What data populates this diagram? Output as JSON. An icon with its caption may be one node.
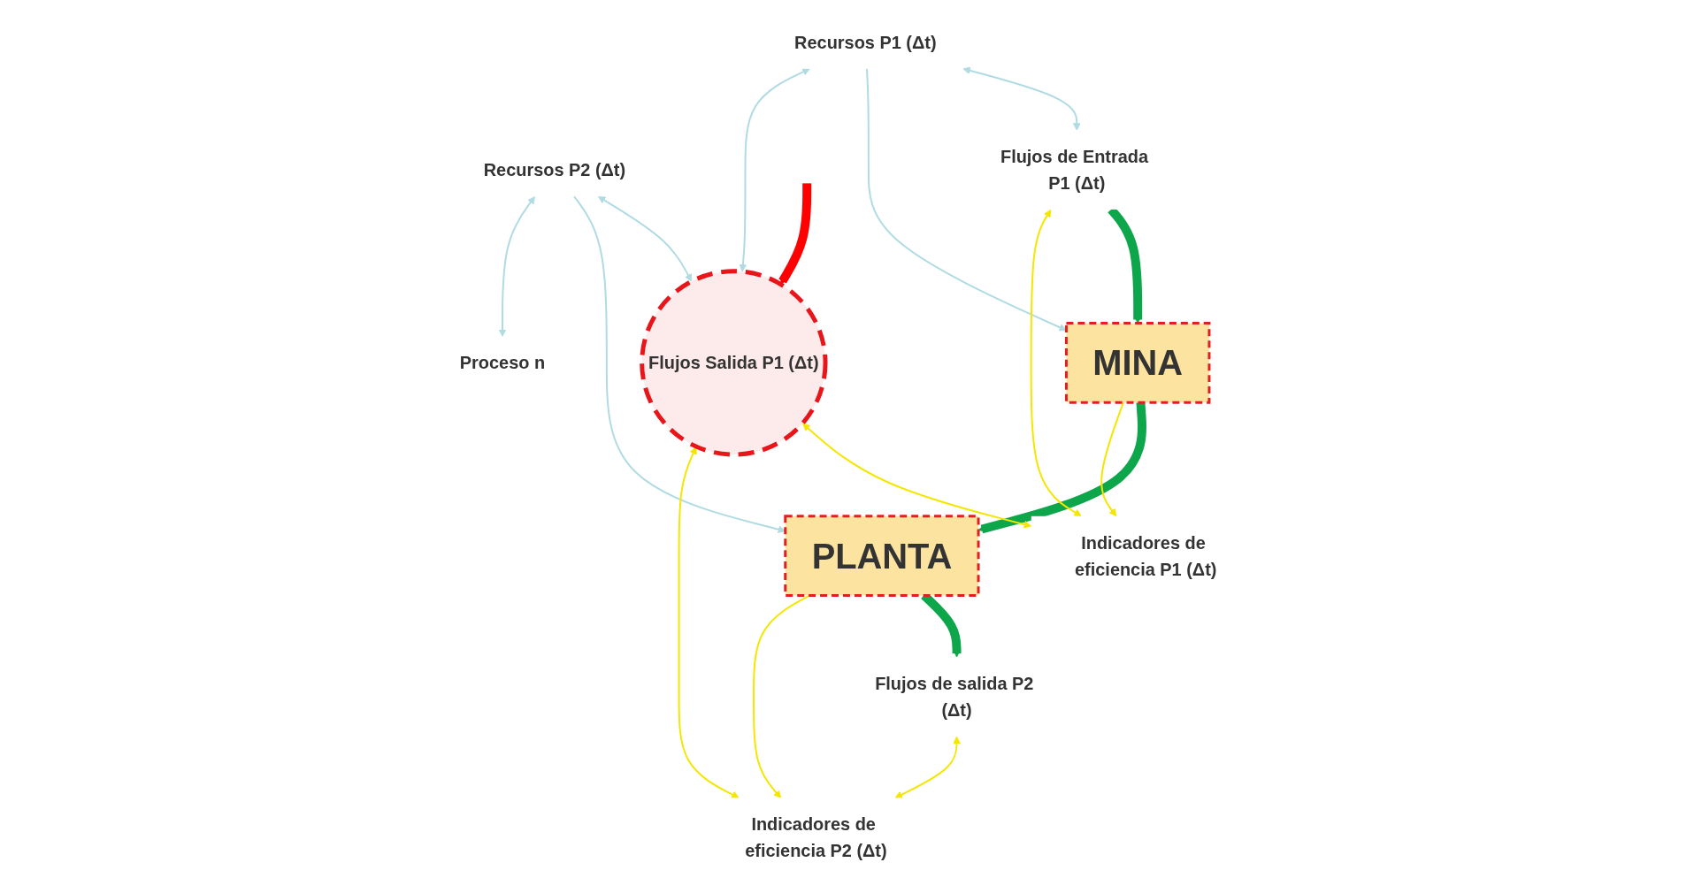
{
  "diagram": {
    "nodes": [
      {
        "text": [
          "Recursos P1 (Δt)"
        ]
      },
      {
        "text": [
          "Recursos P2 (Δt)"
        ]
      },
      {
        "text": [
          "Flujos de Entrada P1 (Δt)"
        ]
      },
      {
        "text": [
          "MINA"
        ]
      },
      {
        "text": [
          "Flujos Salida P1 (Δt)"
        ]
      },
      {
        "text": [
          "PLANTA"
        ]
      },
      {
        "text": [
          "Proceso n"
        ]
      },
      {
        "text": [
          "Flujos de salida P2 (Δt)"
        ]
      },
      {
        "text": [
          "Indicadores de eficiencia P1 (Δt)"
        ]
      },
      {
        "text": [
          "Indicadores de eficiencia P2 (Δt)"
        ]
      }
    ],
    "edges": [
      {
        "from": null,
        "to": 4,
        "arrow": "to",
        "style": "thick",
        "color": "#ff0000"
      },
      {
        "from": 0,
        "to": 2,
        "arrow": "both",
        "color": "#b0dbe2"
      },
      {
        "from": 0,
        "to": 3,
        "arrow": "to",
        "color": "#b0dbe2"
      },
      {
        "from": 0,
        "to": 4,
        "arrow": "both",
        "color": "#b0dbe2"
      },
      {
        "from": 1,
        "to": 4,
        "arrow": "both",
        "color": "#b0dbe2"
      },
      {
        "from": 1,
        "to": 5,
        "arrow": "to",
        "color": "#b0dbe2"
      },
      {
        "from": 1,
        "to": 6,
        "arrow": "both",
        "color": "#b0dbe2"
      },
      {
        "from": 2,
        "to": 3,
        "arrow": "to",
        "style": "thick",
        "color": "#0ea64b"
      },
      {
        "from": 3,
        "to": 5,
        "arrow": "to",
        "style": "thick",
        "color": "#0ea64b"
      },
      {
        "from": 5,
        "to": 7,
        "arrow": "to",
        "style": "thick",
        "color": "#0ea64b"
      },
      {
        "from": 2,
        "to": 8,
        "arrow": "both",
        "color": "#f5e600"
      },
      {
        "from": 3,
        "to": 8,
        "arrow": "to",
        "color": "#f5e600"
      },
      {
        "from": 4,
        "to": 8,
        "arrow": "both",
        "color": "#f5e600"
      },
      {
        "from": 4,
        "to": 9,
        "arrow": "both",
        "color": "#f5e600"
      },
      {
        "from": 5,
        "to": 9,
        "arrow": "to",
        "color": "#f5e600"
      },
      {
        "from": 7,
        "to": 9,
        "arrow": "both",
        "color": "#f5e600"
      }
    ]
  }
}
